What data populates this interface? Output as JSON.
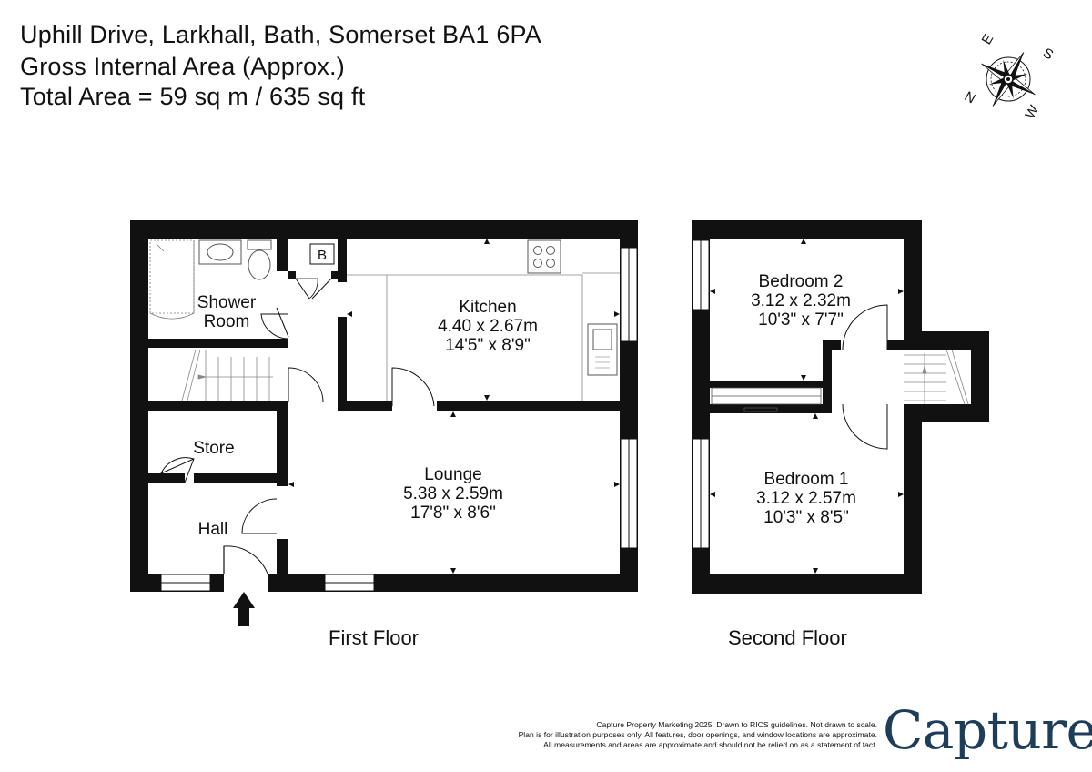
{
  "header": {
    "address": "Uphill Drive, Larkhall, Bath, Somerset  BA1 6PA",
    "area_title": "Gross Internal Area (Approx.)",
    "total_area": "Total Area = 59 sq m / 635 sq ft"
  },
  "compass": {
    "labels": {
      "north": "N",
      "east": "E",
      "south": "S",
      "west": "W"
    }
  },
  "rooms": {
    "shower_room": {
      "name_line1": "Shower",
      "name_line2": "Room"
    },
    "boiler": {
      "label": "B"
    },
    "kitchen": {
      "name": "Kitchen",
      "metric": "4.40 x 2.67m",
      "imperial": "14'5\" x 8'9\""
    },
    "store": {
      "name": "Store"
    },
    "hall": {
      "name": "Hall"
    },
    "lounge": {
      "name": "Lounge",
      "metric": "5.38 x 2.59m",
      "imperial": "17'8\" x 8'6\""
    },
    "bedroom2": {
      "name": "Bedroom 2",
      "metric": "3.12 x 2.32m",
      "imperial": "10'3\" x 7'7\""
    },
    "bedroom1": {
      "name": "Bedroom 1",
      "metric": "3.12 x 2.57m",
      "imperial": "10'3\" x 8'5\""
    }
  },
  "floors": {
    "first": "First Floor",
    "second": "Second Floor"
  },
  "footer": {
    "disclaimer": [
      "Capture Property Marketing 2025. Drawn to RICS guidelines.  Not drawn to scale.",
      "Plan is for illustration purposes only. All features, door openings, and window locations are approximate.",
      "All measurements and areas are approximate and should not be relied on as a statement of fact."
    ],
    "logo_text": "Capture",
    "logo_dot": ".",
    "logo_dot_color": "#c2185b",
    "logo_color": "#1e3d59"
  }
}
